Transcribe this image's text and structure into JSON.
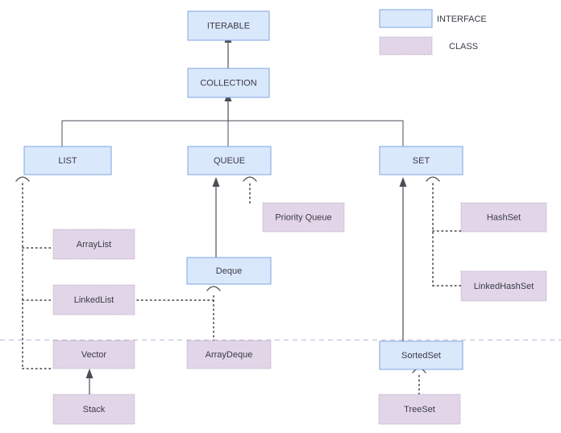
{
  "legend": {
    "items": [
      {
        "label": "INTERFACE",
        "swatch_type": "interface",
        "color": "#dae8fc"
      },
      {
        "label": "CLASS",
        "swatch_type": "class",
        "color": "#e1d5e7"
      }
    ]
  },
  "nodes": {
    "iterable": {
      "label": "ITERABLE",
      "type": "interface"
    },
    "collection": {
      "label": "COLLECTION",
      "type": "interface"
    },
    "list": {
      "label": "LIST",
      "type": "interface"
    },
    "queue": {
      "label": "QUEUE",
      "type": "interface"
    },
    "set": {
      "label": "SET",
      "type": "interface"
    },
    "deque": {
      "label": "Deque",
      "type": "interface"
    },
    "sortedset": {
      "label": "SortedSet",
      "type": "interface"
    },
    "arraylist": {
      "label": "ArrayList",
      "type": "class"
    },
    "linkedlist": {
      "label": "LinkedList",
      "type": "class"
    },
    "vector": {
      "label": "Vector",
      "type": "class"
    },
    "stack": {
      "label": "Stack",
      "type": "class"
    },
    "priorityqueue": {
      "label": "Priority Queue",
      "type": "class"
    },
    "arraydeque": {
      "label": "ArrayDeque",
      "type": "class"
    },
    "hashset": {
      "label": "HashSet",
      "type": "class"
    },
    "linkedhashset": {
      "label": "LinkedHashSet",
      "type": "class"
    },
    "treeset": {
      "label": "TreeSet",
      "type": "class"
    }
  },
  "colors": {
    "interface_fill": "#dae8fc",
    "interface_stroke": "#7ea6e0",
    "class_fill": "#e1d5e7",
    "class_stroke": "#b5a0bd",
    "edge": "#4d4d58",
    "divider": "#b9b9d6",
    "text": "#3b3b47",
    "background": "#ffffff"
  }
}
